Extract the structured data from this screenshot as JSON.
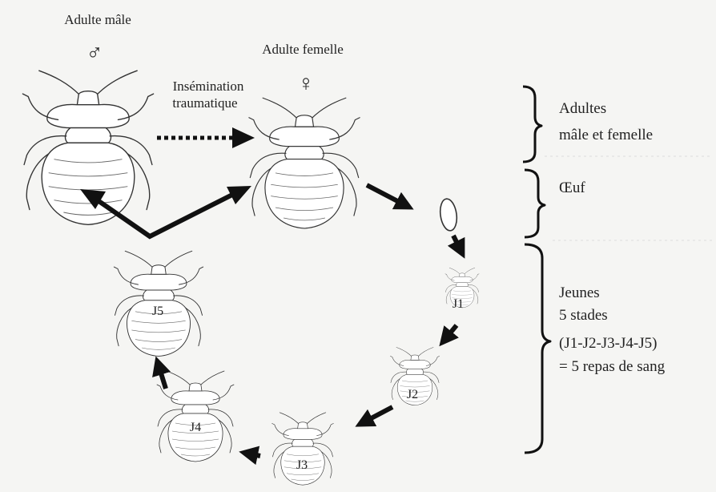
{
  "labels": {
    "male": "Adulte mâle",
    "female": "Adulte femelle",
    "male_symbol": "♂",
    "female_symbol": "♀",
    "insemination_line1": "Insémination",
    "insemination_line2": "traumatique",
    "stage_j1": "J1",
    "stage_j2": "J2",
    "stage_j3": "J3",
    "stage_j4": "J4",
    "stage_j5": "J5"
  },
  "legend": {
    "adults_line1": "Adultes",
    "adults_line2": "mâle et femelle",
    "egg": "Œuf",
    "young_line1": "Jeunes",
    "young_line2": "5 stades",
    "young_line3": "(J1-J2-J3-J4-J5)",
    "young_line4": "= 5 repas de sang"
  }
}
